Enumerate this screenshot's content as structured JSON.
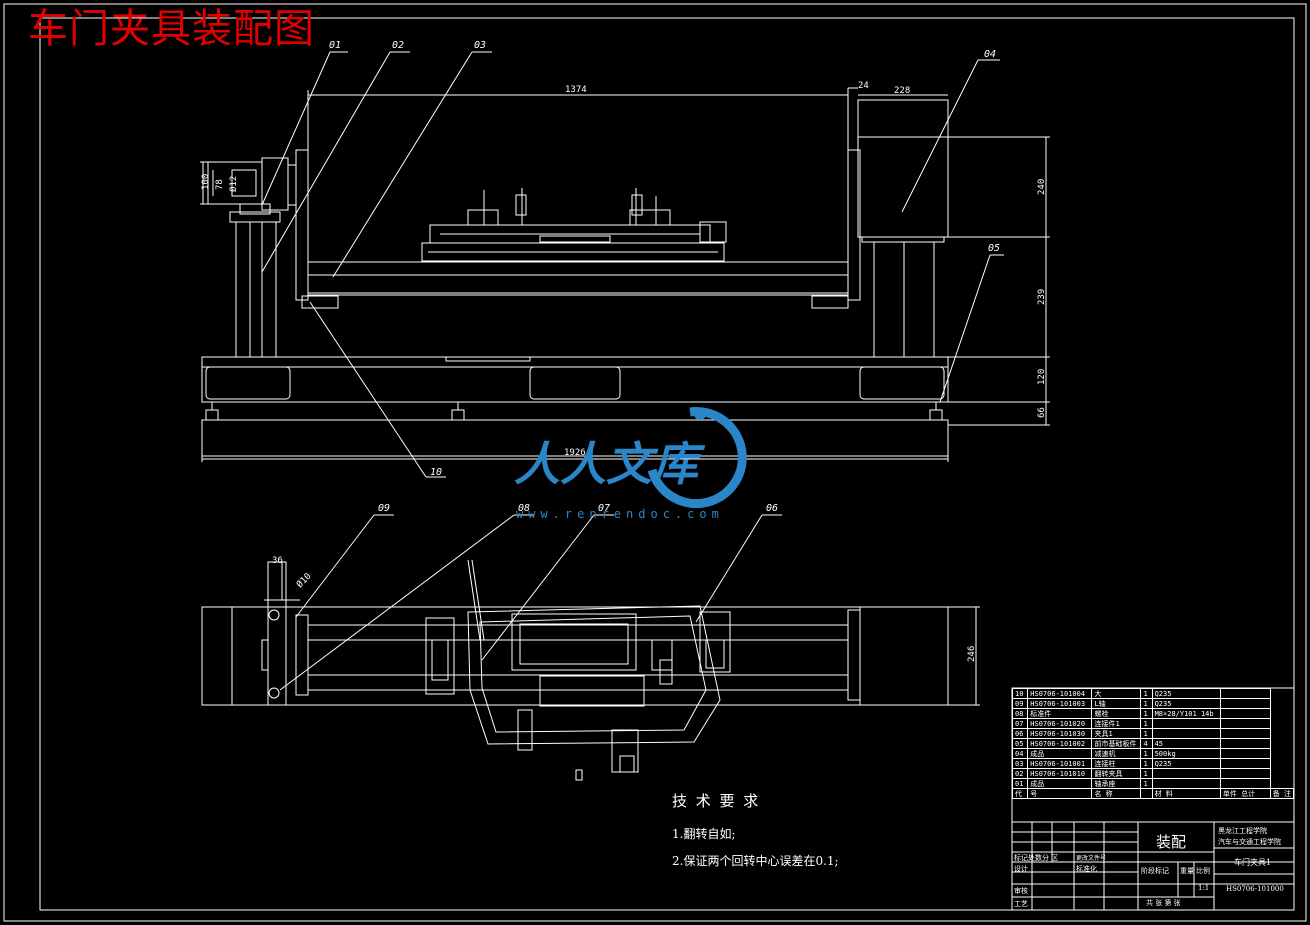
{
  "title": "车门夹具装配图",
  "part_labels": [
    "01",
    "02",
    "03",
    "04",
    "05",
    "06",
    "07",
    "08",
    "09",
    "10"
  ],
  "dimensions": {
    "overall_top_width": "1374",
    "small_gap": "24",
    "box_width": "228",
    "left_height_outer": "100",
    "left_height_inner": "78",
    "circle_dia": "Ø12",
    "box_height": "240",
    "leg_height": "239",
    "base_height": "120",
    "foot_height": "66",
    "overall_base_width": "1926",
    "plan_small_a": "36",
    "plan_small_b": "Ø10",
    "plan_width": "246"
  },
  "technical_requirements": {
    "heading": "技 术 要 求",
    "items": [
      "1.翻转自如;",
      "2.保证两个回转中心误差在0.1;"
    ]
  },
  "watermark": {
    "brand": "人人文库",
    "url": "www.renrendoc.com"
  },
  "bom": {
    "rows": [
      {
        "no": "10",
        "code": "HS0706-101004",
        "name": "大",
        "qty": "1",
        "material": "Q235",
        "note": ""
      },
      {
        "no": "09",
        "code": "HS0706-101003",
        "name": "L轴",
        "qty": "1",
        "material": "Q235",
        "note": ""
      },
      {
        "no": "08",
        "code": "标准件",
        "name": "螺栓",
        "qty": "1",
        "material": "M8×28/Y101 14b",
        "note": ""
      },
      {
        "no": "07",
        "code": "HS0706-101020",
        "name": "连接件1",
        "qty": "1",
        "material": "",
        "note": ""
      },
      {
        "no": "06",
        "code": "HS0706-101030",
        "name": "夹具1",
        "qty": "1",
        "material": "",
        "note": ""
      },
      {
        "no": "05",
        "code": "HS0706-101002",
        "name": "前市基础板件",
        "qty": "4",
        "material": "45",
        "note": ""
      },
      {
        "no": "04",
        "code": "成品",
        "name": "减速机",
        "qty": "1",
        "material": "500kg",
        "note": ""
      },
      {
        "no": "03",
        "code": "HS0706-101001",
        "name": "连接柱",
        "qty": "1",
        "material": "Q235",
        "note": ""
      },
      {
        "no": "02",
        "code": "HS0706-101010",
        "name": "翻转夹具",
        "qty": "1",
        "material": "",
        "note": ""
      },
      {
        "no": "01",
        "code": "成品",
        "name": "轴承座",
        "qty": "1",
        "material": "",
        "note": ""
      }
    ],
    "header": {
      "no": "代",
      "code": "号",
      "name": "名   称",
      "qty": "",
      "material": "材      料",
      "weight": "单件 总计",
      "note": "备 注"
    }
  },
  "title_block": {
    "assembly": "装配",
    "school": "黑龙江工程学院",
    "dept": "汽车与交通工程学院",
    "drawing_name": "车门夹具1",
    "drawing_no": "HS0706-101000",
    "scale": "1:1",
    "stage_label": "阶段标记",
    "weight_label": "重量",
    "scale_label": "比例",
    "sheet_label": "共  张  第  张",
    "mark_label": "标记处数分 区",
    "change_label": "更改文件号",
    "design_label": "设计",
    "standard_label": "标准化",
    "review_label": "审核",
    "process_label": "工艺"
  },
  "colors": {
    "background": "#000000",
    "lines": "#ffffff",
    "title": "#e00000",
    "watermark": "#2a86c8"
  }
}
